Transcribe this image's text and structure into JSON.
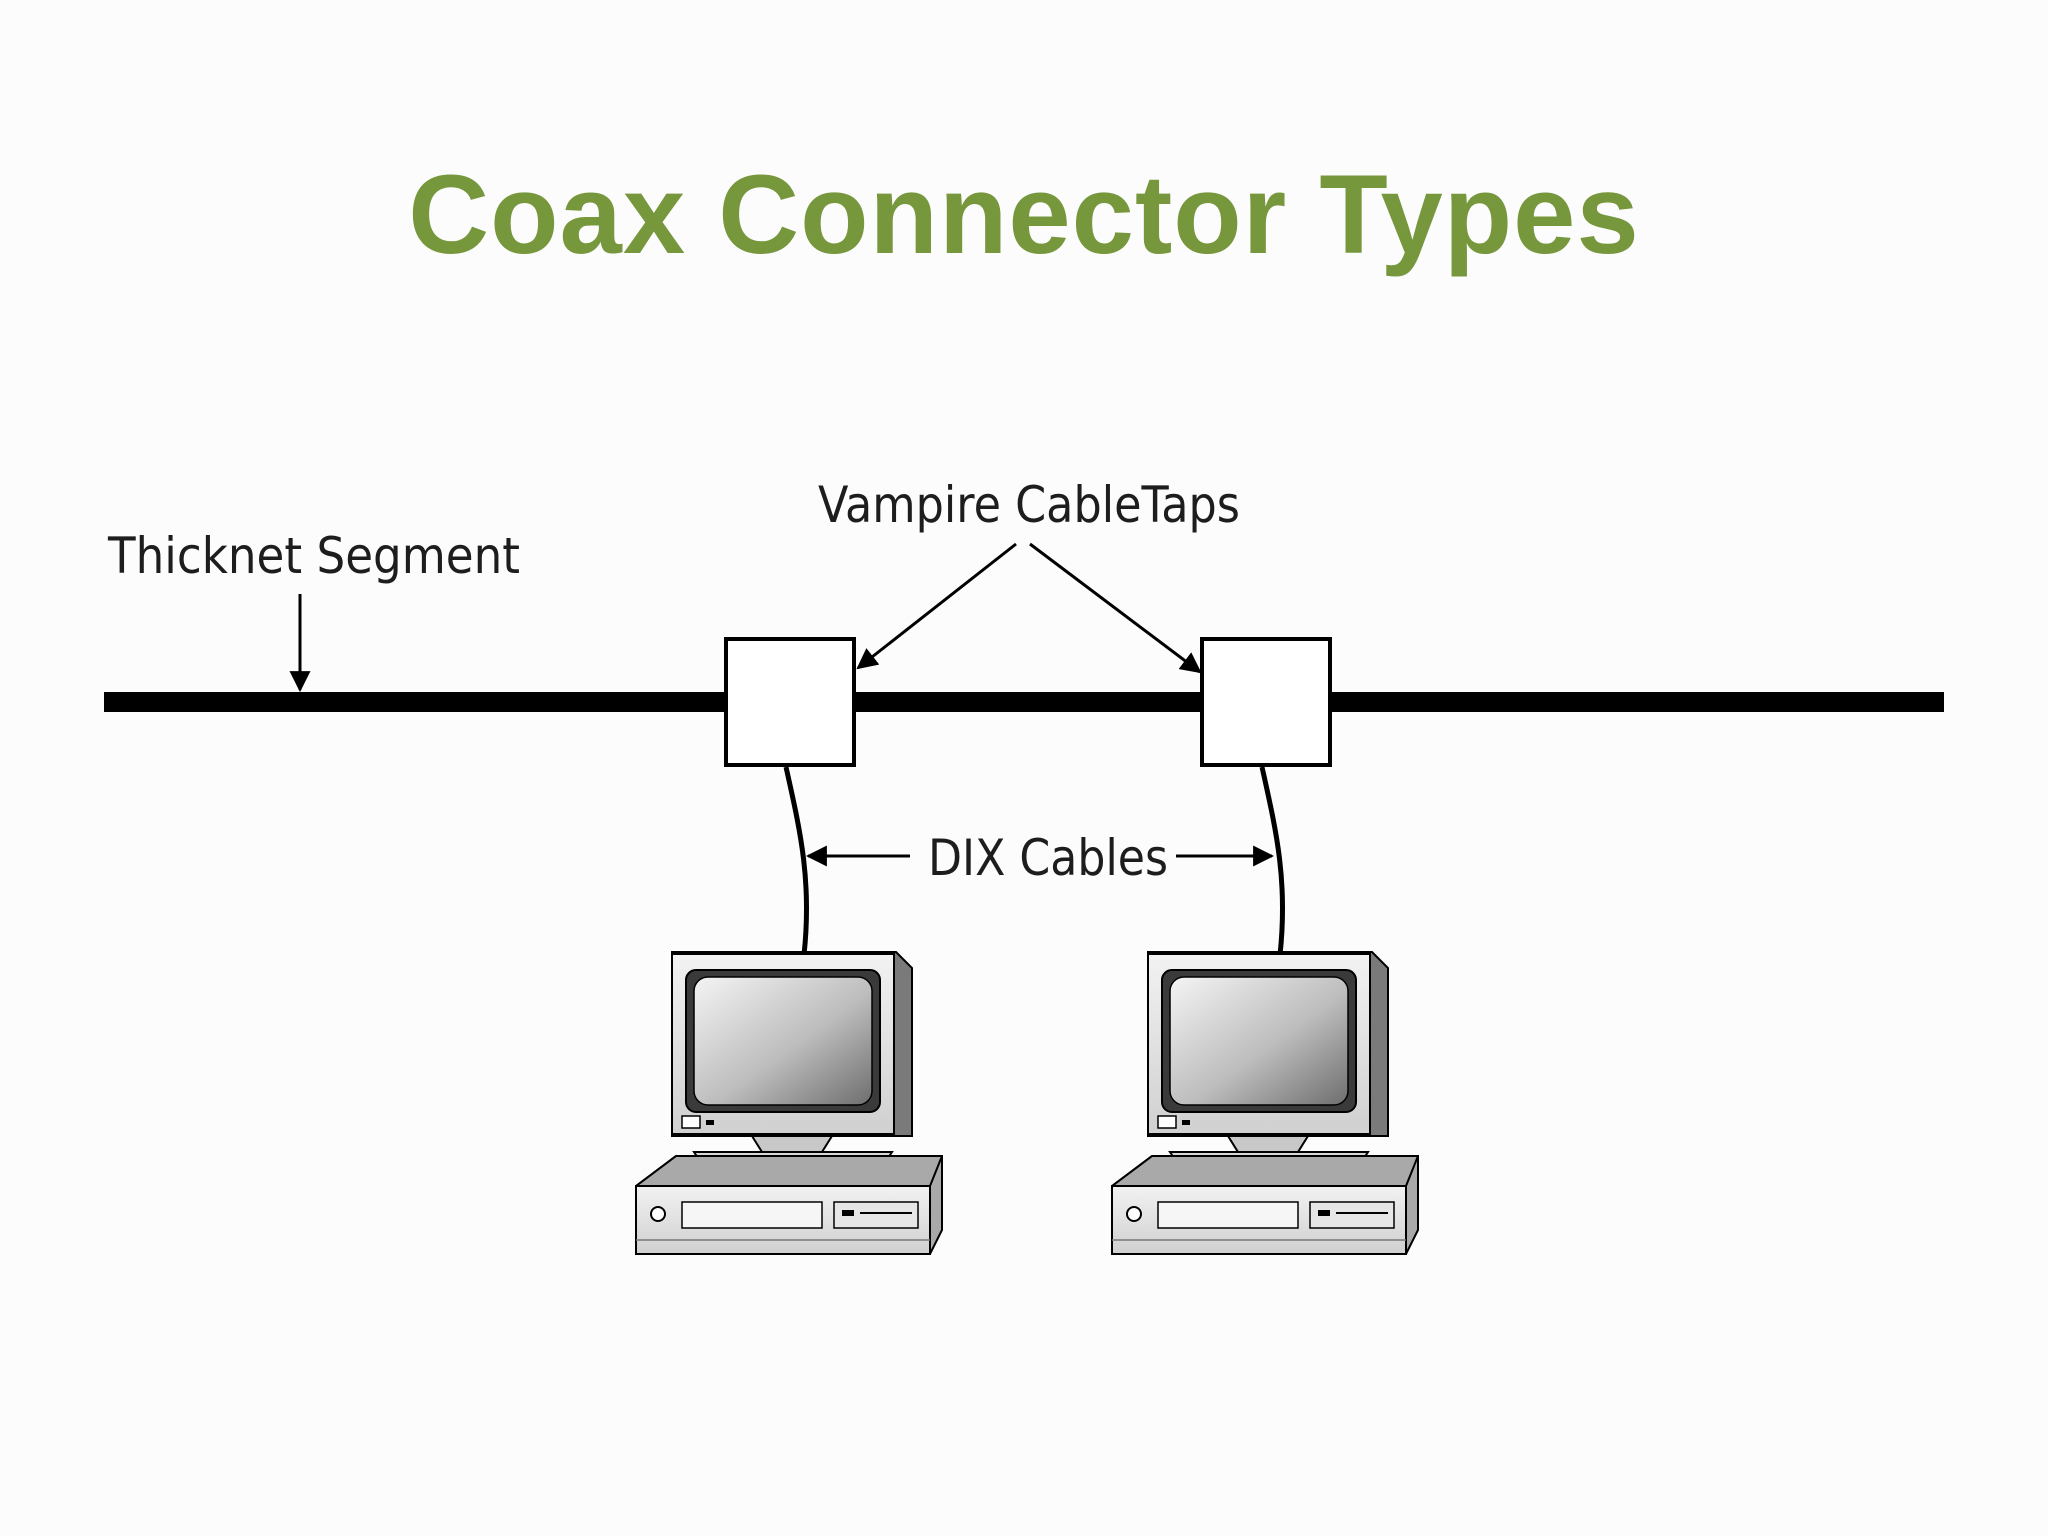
{
  "slide": {
    "title": "Coax Connector Types"
  },
  "diagram": {
    "labels": {
      "thicknet_segment": "Thicknet Segment",
      "vampire_taps": "Vampire CableTaps",
      "dix_cables": "DIX Cables"
    }
  },
  "colors": {
    "title": "#76973c",
    "line": "#000000",
    "background": "#fdfcfd"
  },
  "icons": [
    "computer-icon",
    "computer-icon"
  ]
}
